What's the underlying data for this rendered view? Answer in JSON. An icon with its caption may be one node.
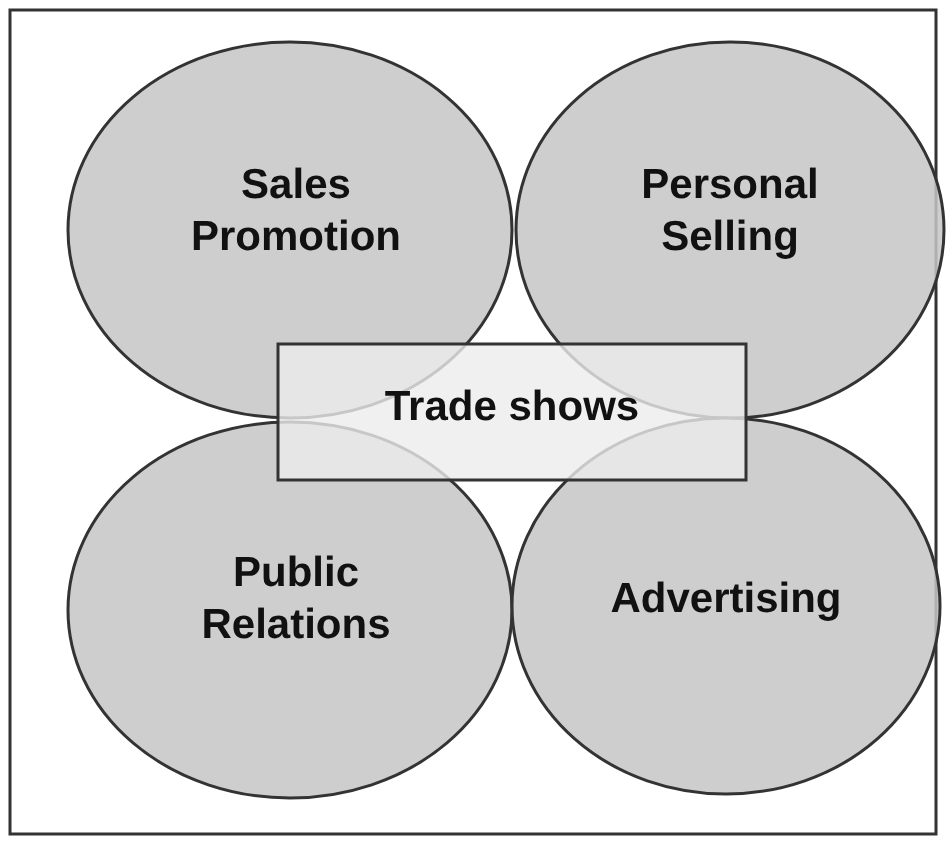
{
  "diagram": {
    "nodes": [
      {
        "text": [
          "Sales Promotion"
        ]
      },
      {
        "text": [
          "Personal Selling"
        ]
      },
      {
        "text": [
          "Public Relations"
        ]
      },
      {
        "text": [
          "Advertising"
        ]
      },
      {
        "text": [
          "Trade shows"
        ]
      }
    ],
    "edges": []
  }
}
